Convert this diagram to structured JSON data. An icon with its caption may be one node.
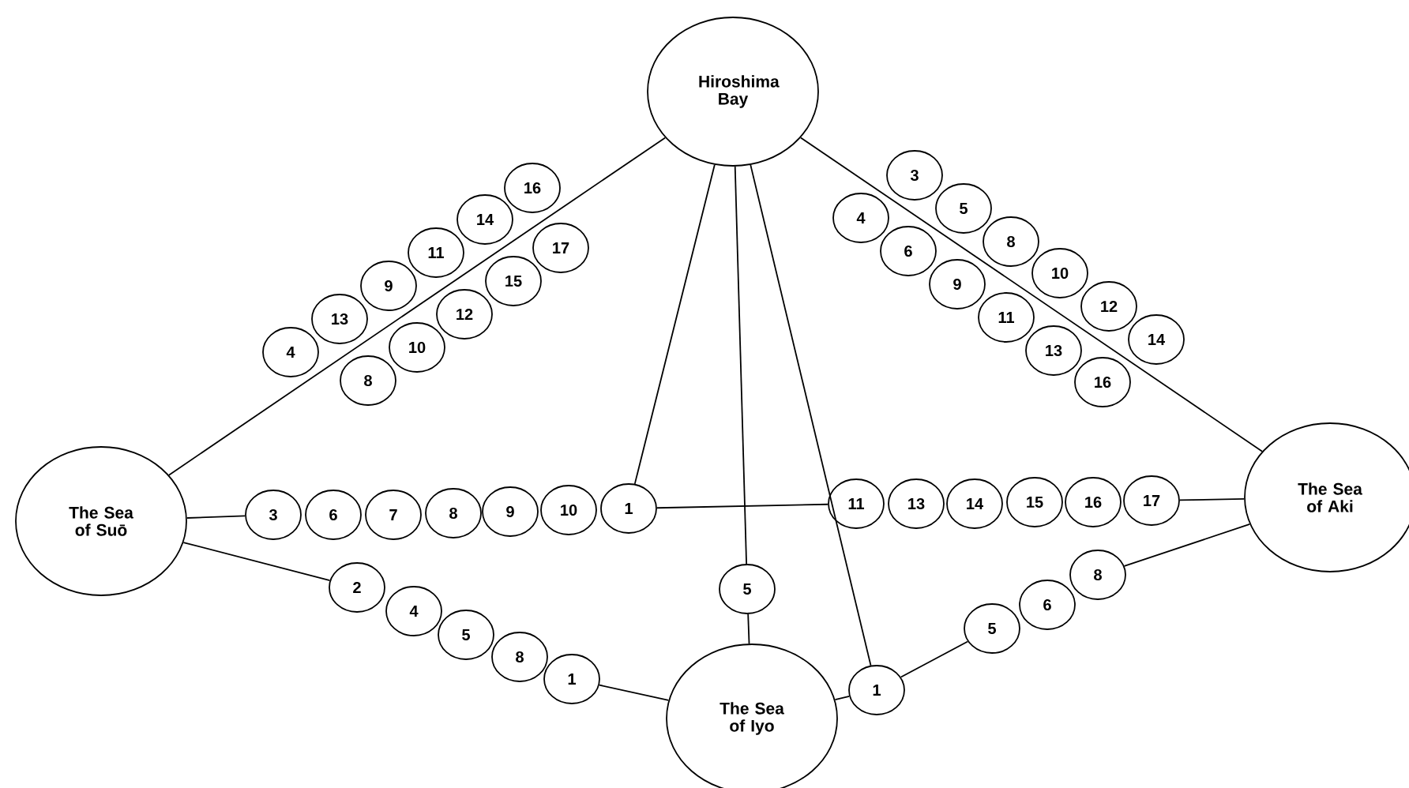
{
  "diagram": {
    "nodes": [
      {
        "text": [
          "Hiroshima Bay"
        ]
      },
      {
        "text": [
          "16"
        ]
      },
      {
        "text": [
          "14"
        ]
      },
      {
        "text": [
          "17"
        ]
      },
      {
        "text": [
          "11"
        ]
      },
      {
        "text": [
          "15"
        ]
      },
      {
        "text": [
          "9"
        ]
      },
      {
        "text": [
          "12"
        ]
      },
      {
        "text": [
          "13"
        ]
      },
      {
        "text": [
          "10"
        ]
      },
      {
        "text": [
          "4"
        ]
      },
      {
        "text": [
          "8"
        ]
      },
      {
        "text": [
          "3"
        ]
      },
      {
        "text": [
          "5"
        ]
      },
      {
        "text": [
          "4"
        ]
      },
      {
        "text": [
          "8"
        ]
      },
      {
        "text": [
          "6"
        ]
      },
      {
        "text": [
          "10"
        ]
      },
      {
        "text": [
          "9"
        ]
      },
      {
        "text": [
          "12"
        ]
      },
      {
        "text": [
          "11"
        ]
      },
      {
        "text": [
          "14"
        ]
      },
      {
        "text": [
          "13"
        ]
      },
      {
        "text": [
          "16"
        ]
      },
      {
        "text": [
          "The Sea of Suō"
        ]
      },
      {
        "text": [
          "3"
        ]
      },
      {
        "text": [
          "6"
        ]
      },
      {
        "text": [
          "7"
        ]
      },
      {
        "text": [
          "8"
        ]
      },
      {
        "text": [
          "9"
        ]
      },
      {
        "text": [
          "10"
        ]
      },
      {
        "text": [
          "1"
        ]
      },
      {
        "text": [
          "11"
        ]
      },
      {
        "text": [
          "13"
        ]
      },
      {
        "text": [
          "14"
        ]
      },
      {
        "text": [
          "15"
        ]
      },
      {
        "text": [
          "16"
        ]
      },
      {
        "text": [
          "17"
        ]
      },
      {
        "text": [
          "The Sea of Aki"
        ]
      },
      {
        "text": [
          "2"
        ]
      },
      {
        "text": [
          "4"
        ]
      },
      {
        "text": [
          "5"
        ]
      },
      {
        "text": [
          "8"
        ]
      },
      {
        "text": [
          "1"
        ]
      },
      {
        "text": [
          "5"
        ]
      },
      {
        "text": [
          "1"
        ]
      },
      {
        "text": [
          "5"
        ]
      },
      {
        "text": [
          "6"
        ]
      },
      {
        "text": [
          "8"
        ]
      },
      {
        "text": [
          "The Sea of Iyo"
        ]
      }
    ],
    "edges": [
      {
        "from": 0,
        "to": 24,
        "arrow": "none"
      },
      {
        "from": 0,
        "to": 38,
        "arrow": "none"
      },
      {
        "from": 24,
        "to": 25,
        "arrow": "none"
      },
      {
        "from": 31,
        "to": 32,
        "arrow": "none"
      },
      {
        "from": 37,
        "to": 38,
        "arrow": "none"
      },
      {
        "from": 0,
        "to": 31,
        "arrow": "none"
      },
      {
        "from": 0,
        "to": 44,
        "arrow": "none"
      },
      {
        "from": 44,
        "to": 49,
        "arrow": "none"
      },
      {
        "from": 0,
        "to": 45,
        "arrow": "none"
      },
      {
        "from": 24,
        "to": 39,
        "arrow": "none"
      },
      {
        "from": 43,
        "to": 49,
        "arrow": "none"
      },
      {
        "from": 49,
        "to": 45,
        "arrow": "none"
      },
      {
        "from": 45,
        "to": 46,
        "arrow": "none"
      },
      {
        "from": 48,
        "to": 38,
        "arrow": "none"
      }
    ]
  }
}
